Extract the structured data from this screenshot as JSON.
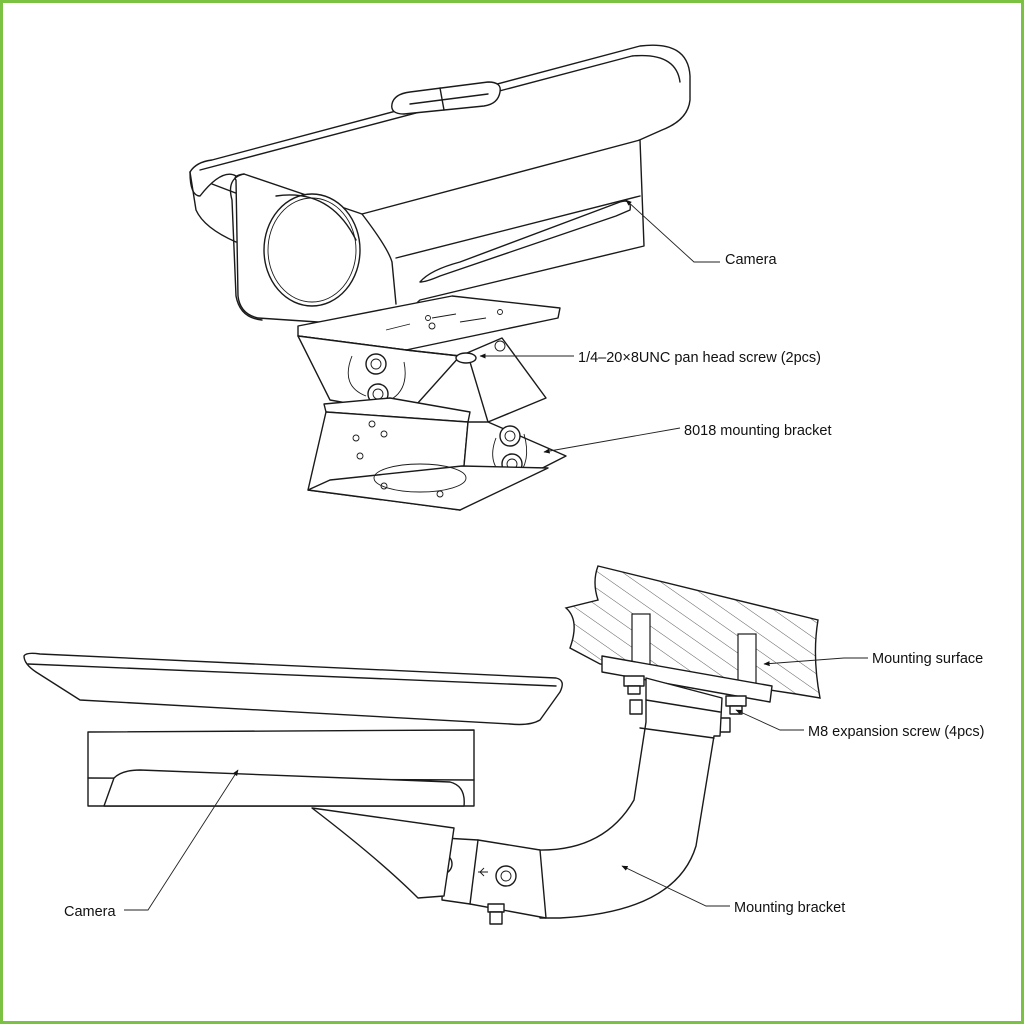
{
  "top_view": {
    "labels": {
      "camera": "Camera",
      "screw": "1/4–20×8UNC pan head screw (2pcs)",
      "bracket": "8018 mounting bracket"
    }
  },
  "bottom_view": {
    "labels": {
      "mounting_surface": "Mounting surface",
      "expansion_screw": "M8 expansion screw (4pcs)",
      "camera": "Camera",
      "mounting_bracket": "Mounting bracket"
    }
  },
  "colors": {
    "frame": "#7cc242",
    "line": "#1a1a1a"
  }
}
